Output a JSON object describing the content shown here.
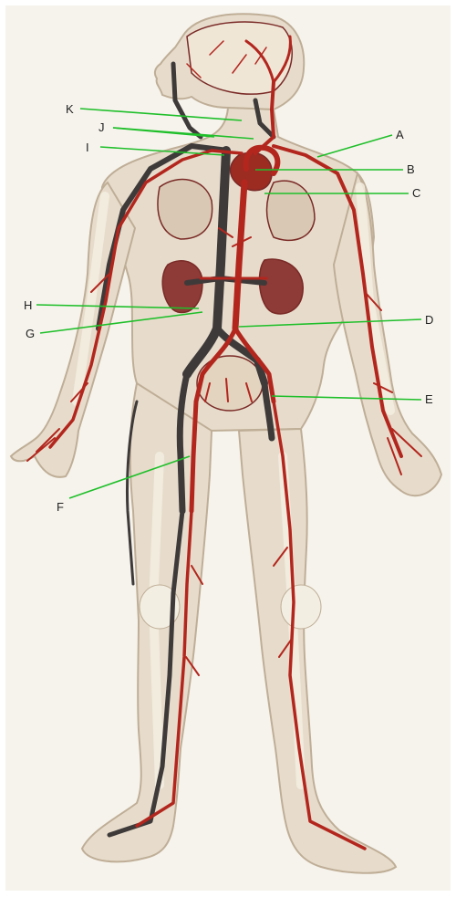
{
  "colors": {
    "background": "#f6f3ec",
    "body": "#e7dccb",
    "outline": "#bfae97",
    "bone": "#f3eee2",
    "artery": "#b3261e",
    "vein": "#3f3a3a",
    "organ": "#8e3a36",
    "leader": "#1fbf2a",
    "label": "#222222"
  },
  "labels": [
    {
      "id": "A",
      "text": "A"
    },
    {
      "id": "B",
      "text": "B"
    },
    {
      "id": "C",
      "text": "C"
    },
    {
      "id": "D",
      "text": "D"
    },
    {
      "id": "E",
      "text": "E"
    },
    {
      "id": "F",
      "text": "F"
    },
    {
      "id": "G",
      "text": "G"
    },
    {
      "id": "H",
      "text": "H"
    },
    {
      "id": "I",
      "text": "I"
    },
    {
      "id": "J",
      "text": "J"
    },
    {
      "id": "K",
      "text": "K"
    }
  ]
}
